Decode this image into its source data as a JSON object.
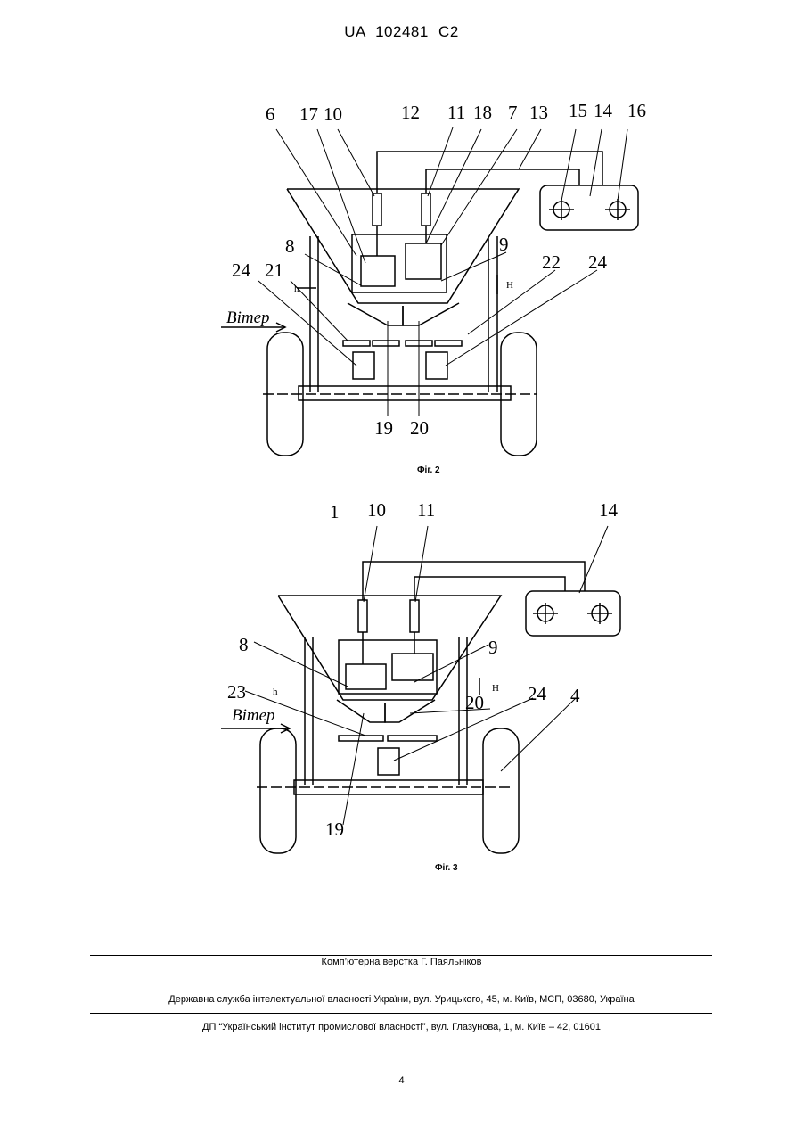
{
  "header": {
    "patent_no": "UA   102481   C2"
  },
  "fig2": {
    "caption": "Фіг. 2",
    "labels": [
      "6",
      "17",
      "10",
      "12",
      "11",
      "18",
      "7",
      "13",
      "15",
      "14",
      "16",
      "8",
      "9",
      "24",
      "21",
      "22",
      "24",
      "h",
      "H",
      "19",
      "20"
    ],
    "wind": "Вітер"
  },
  "fig3": {
    "caption": "Фіг. 3",
    "labels": [
      "1",
      "10",
      "11",
      "14",
      "8",
      "9",
      "23",
      "h",
      "H",
      "24",
      "4",
      "20",
      "19"
    ],
    "wind": "Вітер"
  },
  "footer": {
    "layout": "Комп’ютерна верстка Г. Паяльніков",
    "office": "Державна служба інтелектуальної власності України, вул. Урицького, 45, м. Київ, МСП, 03680, Україна",
    "institute": "ДП “Український інститут промислової власності”, вул. Глазунова, 1, м. Київ – 42, 01601"
  },
  "page_number": "4"
}
